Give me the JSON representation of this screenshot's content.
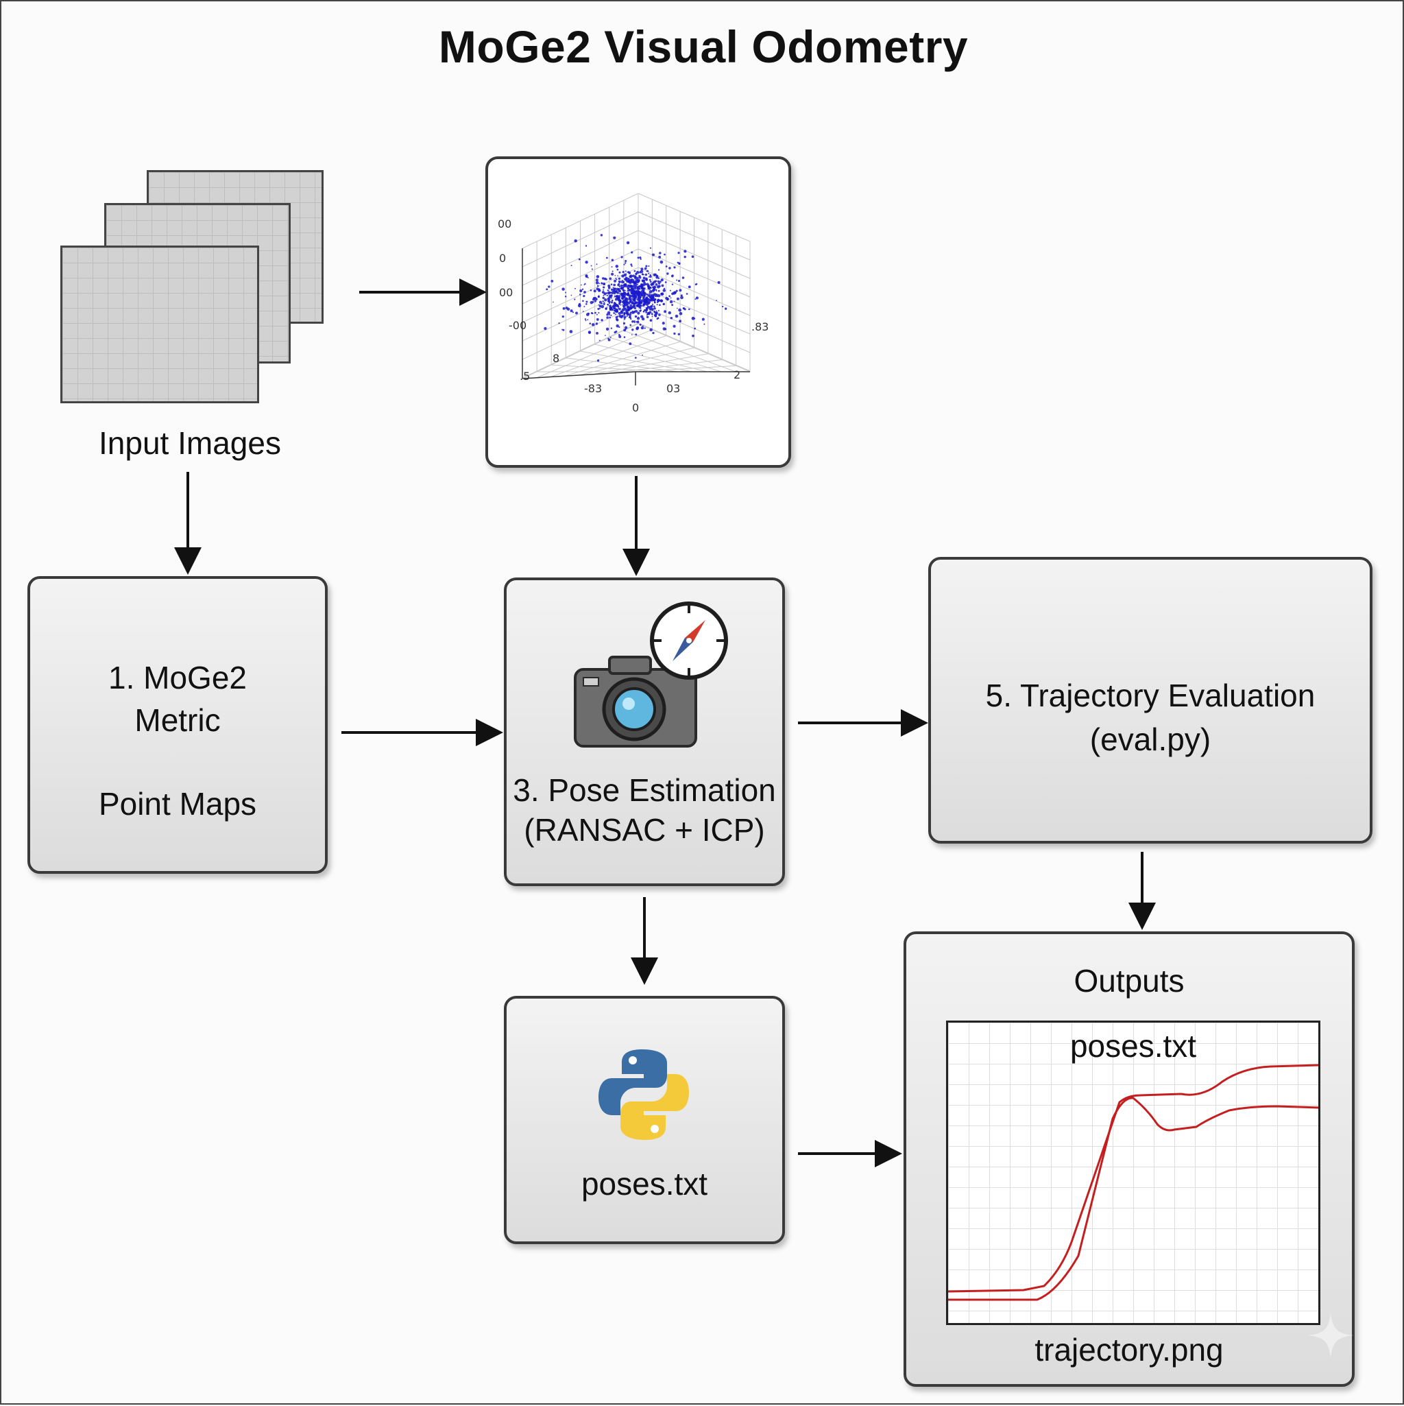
{
  "title": "MoGe2 Visual Odometry",
  "input_images": {
    "label": "Input Images"
  },
  "moge_box": {
    "line1": "1. MoGe2",
    "line2": "Metric",
    "line3": "Point Maps"
  },
  "point_cloud_box": {
    "tick_labels": [
      "00",
      "0",
      "00",
      "-00",
      "8",
      ".5",
      "-83",
      "03",
      "0",
      ".83",
      "2"
    ]
  },
  "pose_box": {
    "line1": "3. Pose Estimation",
    "line2": "(RANSAC + ICP)"
  },
  "traj_eval_box": {
    "line1": "5. Trajectory Evaluation",
    "line2": "(eval.py)"
  },
  "poses_box": {
    "label": "poses.txt"
  },
  "outputs_box": {
    "title": "Outputs",
    "inner_label": "poses.txt",
    "caption": "trajectory.png"
  },
  "colors": {
    "arrow": "#111111",
    "point_cloud": "#1a1acc",
    "trajectory": "#c41e1e",
    "compass_needle": "#d23b2b"
  },
  "icons": [
    "camera-icon",
    "compass-icon",
    "python-icon"
  ]
}
